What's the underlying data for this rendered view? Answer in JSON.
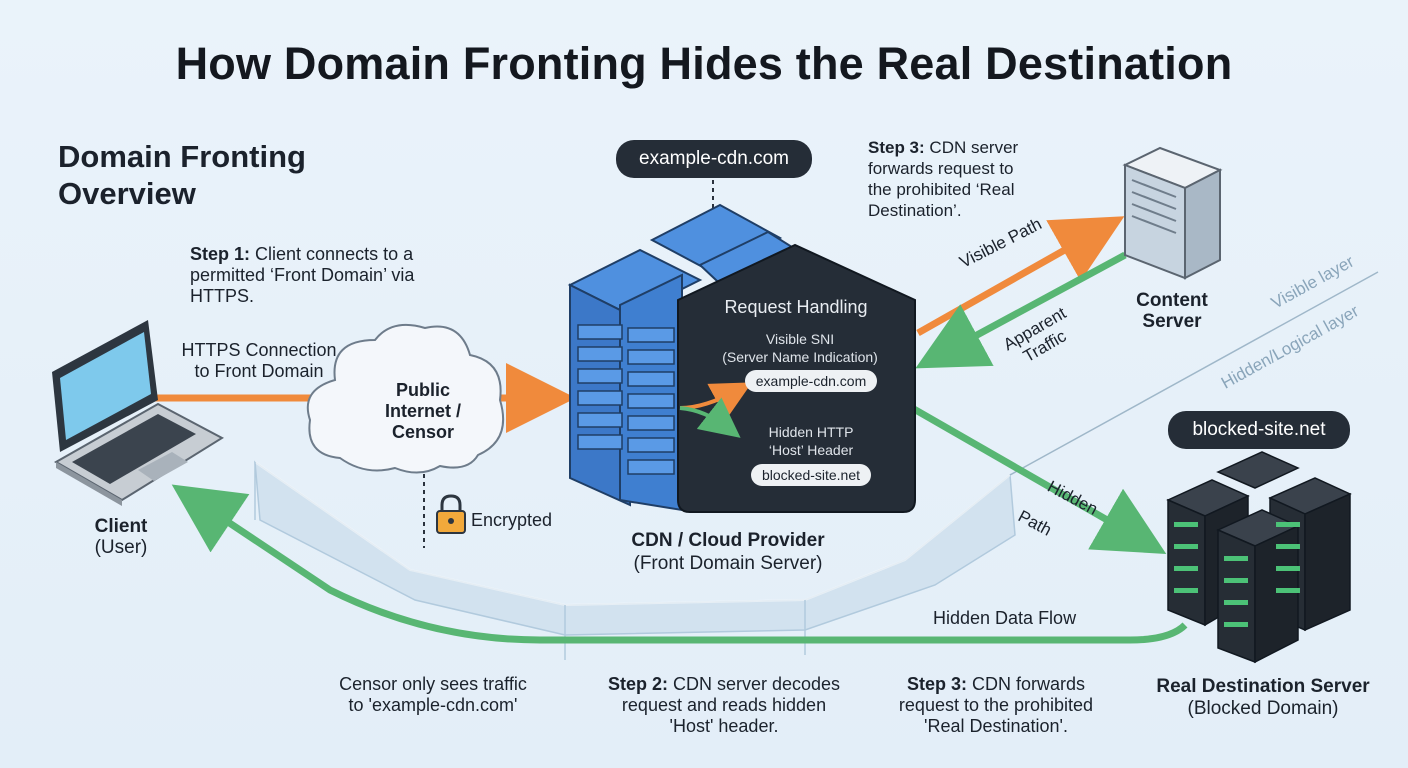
{
  "title": "How Domain Fronting Hides the Real Destination",
  "overview": {
    "line1": "Domain Fronting",
    "line2": "Overview"
  },
  "step1": {
    "bold": "Step 1:",
    "line1": " Client connects to a",
    "line2": "permitted ‘Front Domain’ via",
    "line3": "HTTPS."
  },
  "https_label": {
    "line1": "HTTPS Connection",
    "line2": "to Front Domain"
  },
  "client": {
    "name": "Client",
    "sub": "(User)"
  },
  "cloud": {
    "line1": "Public",
    "line2": "Internet /",
    "line3": "Censor"
  },
  "encrypted": "Encrypted",
  "cdn_domain_pill": "example-cdn.com",
  "cdn": {
    "name": "CDN / Cloud Provider",
    "sub": "(Front Domain Server)"
  },
  "request_handling": {
    "title": "Request Handling",
    "sni_line1": "Visible SNI",
    "sni_line2": "(Server Name Indication)",
    "sni_value": "example-cdn.com",
    "host_line1": "Hidden HTTP",
    "host_line2": "‘Host’ Header",
    "host_value": "blocked-site.net"
  },
  "step3_top": {
    "bold": "Step 3:",
    "line1": " CDN server",
    "line2": "forwards request to",
    "line3": "the prohibited ‘Real",
    "line4": "Destination’."
  },
  "visible_path": "Visible Path",
  "apparent_traffic": {
    "line1": "Apparent",
    "line2": "Traffic"
  },
  "content_server": {
    "line1": "Content",
    "line2": "Server"
  },
  "layers": {
    "visible": "Visible layer",
    "hidden": "Hidden/Logical layer"
  },
  "hidden_path": {
    "line1": "Hidden",
    "line2": "Path"
  },
  "blocked_pill": "blocked-site.net",
  "real_destination": {
    "name": "Real Destination Server",
    "sub": "(Blocked Domain)"
  },
  "hidden_data_flow": "Hidden Data Flow",
  "censor_note": {
    "line1": "Censor only sees traffic",
    "line2": "to 'example-cdn.com'"
  },
  "step2_bottom": {
    "bold": "Step 2:",
    "line1": " CDN server decodes",
    "line2": "request and reads hidden",
    "line3": "'Host' header."
  },
  "step3_bottom": {
    "bold": "Step 3:",
    "line1": " CDN forwards",
    "line2": "request to the prohibited",
    "line3": "'Real Destination'."
  },
  "colors": {
    "visible_orange": "#f08a3c",
    "hidden_green": "#58b673",
    "server_blue": "#3f7fd0",
    "dark_panel": "#252d37",
    "background": "#e6f0f9"
  }
}
